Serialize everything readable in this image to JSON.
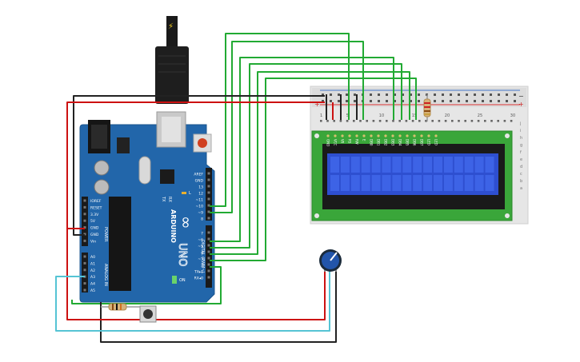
{
  "arduino": {
    "power_pins": [
      "IOREF",
      "RESET",
      "3.3V",
      "5V",
      "GND",
      "GND",
      "Vin"
    ],
    "power_label": "POWER",
    "analog_pins": [
      "A0",
      "A1",
      "A2",
      "A3",
      "A4",
      "A5"
    ],
    "analog_label": "ANALOG IN",
    "digital_pins": [
      "AREF",
      "GND",
      "13",
      "12",
      "~11",
      "~10",
      "~9",
      "8",
      "7",
      "~6",
      "~5",
      "4",
      "~3",
      "2",
      "TX▸1",
      "RX◂0"
    ],
    "digital_label": "DIGITAL (PWM~)",
    "brand_label": "ARDUINO",
    "model_label": "UNO",
    "on_label": "ON",
    "tx_label": "TX",
    "rx_label": "RX",
    "l_label": "L"
  },
  "breadboard": {
    "column_numbers": [
      "1",
      "5",
      "10",
      "15",
      "20",
      "25",
      "30"
    ],
    "row_letters_right": [
      "j",
      "i",
      "h",
      "g",
      "f",
      "e",
      "d",
      "c",
      "b",
      "a"
    ],
    "rail_minus": "−",
    "rail_plus": "+"
  },
  "lcd": {
    "pin_labels": [
      "GND",
      "VCC",
      "V0",
      "RS",
      "RW",
      "E",
      "DB0",
      "DB1",
      "DB2",
      "DB3",
      "DB4",
      "DB5",
      "DB6",
      "DB7",
      "LED",
      "LED"
    ]
  },
  "colors": {
    "board": "#2266aa",
    "lcd_pcb": "#3aa63a",
    "lcd_screen": "#2e4fd0",
    "wire_green": "#22aa33",
    "wire_red": "#cc1111",
    "wire_black": "#222222",
    "wire_cyan": "#55c4d4"
  }
}
